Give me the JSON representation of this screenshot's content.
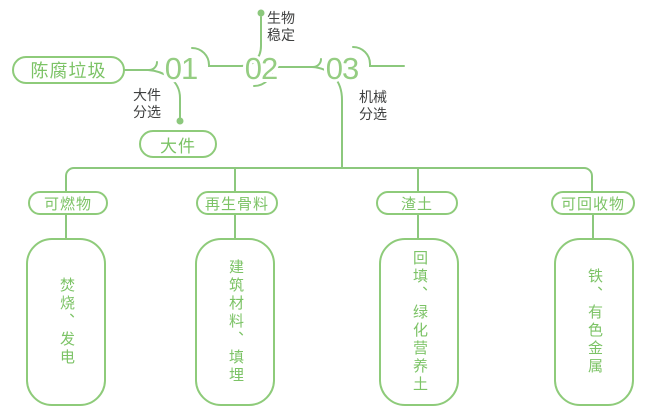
{
  "colors": {
    "line_green": "#8cc87d",
    "text_green": "#7cc366",
    "number_green": "#95cd82",
    "label_dark": "#3f4040",
    "background": "#ffffff"
  },
  "source": {
    "label": "陈腐垃圾"
  },
  "steps": [
    {
      "number": "01",
      "label": "大件\n分选"
    },
    {
      "number": "02",
      "label": "生物\n稳定"
    },
    {
      "number": "03",
      "label": "机械\n分选"
    }
  ],
  "intermediate": {
    "label": "大件"
  },
  "outputs": [
    {
      "category": "可燃物",
      "uses": "焚烧、发电"
    },
    {
      "category": "再生骨料",
      "uses": "建筑材料、填埋"
    },
    {
      "category": "渣土",
      "uses": "回填、绿化营养土"
    },
    {
      "category": "可回收物",
      "uses": "铁、有色金属"
    }
  ]
}
